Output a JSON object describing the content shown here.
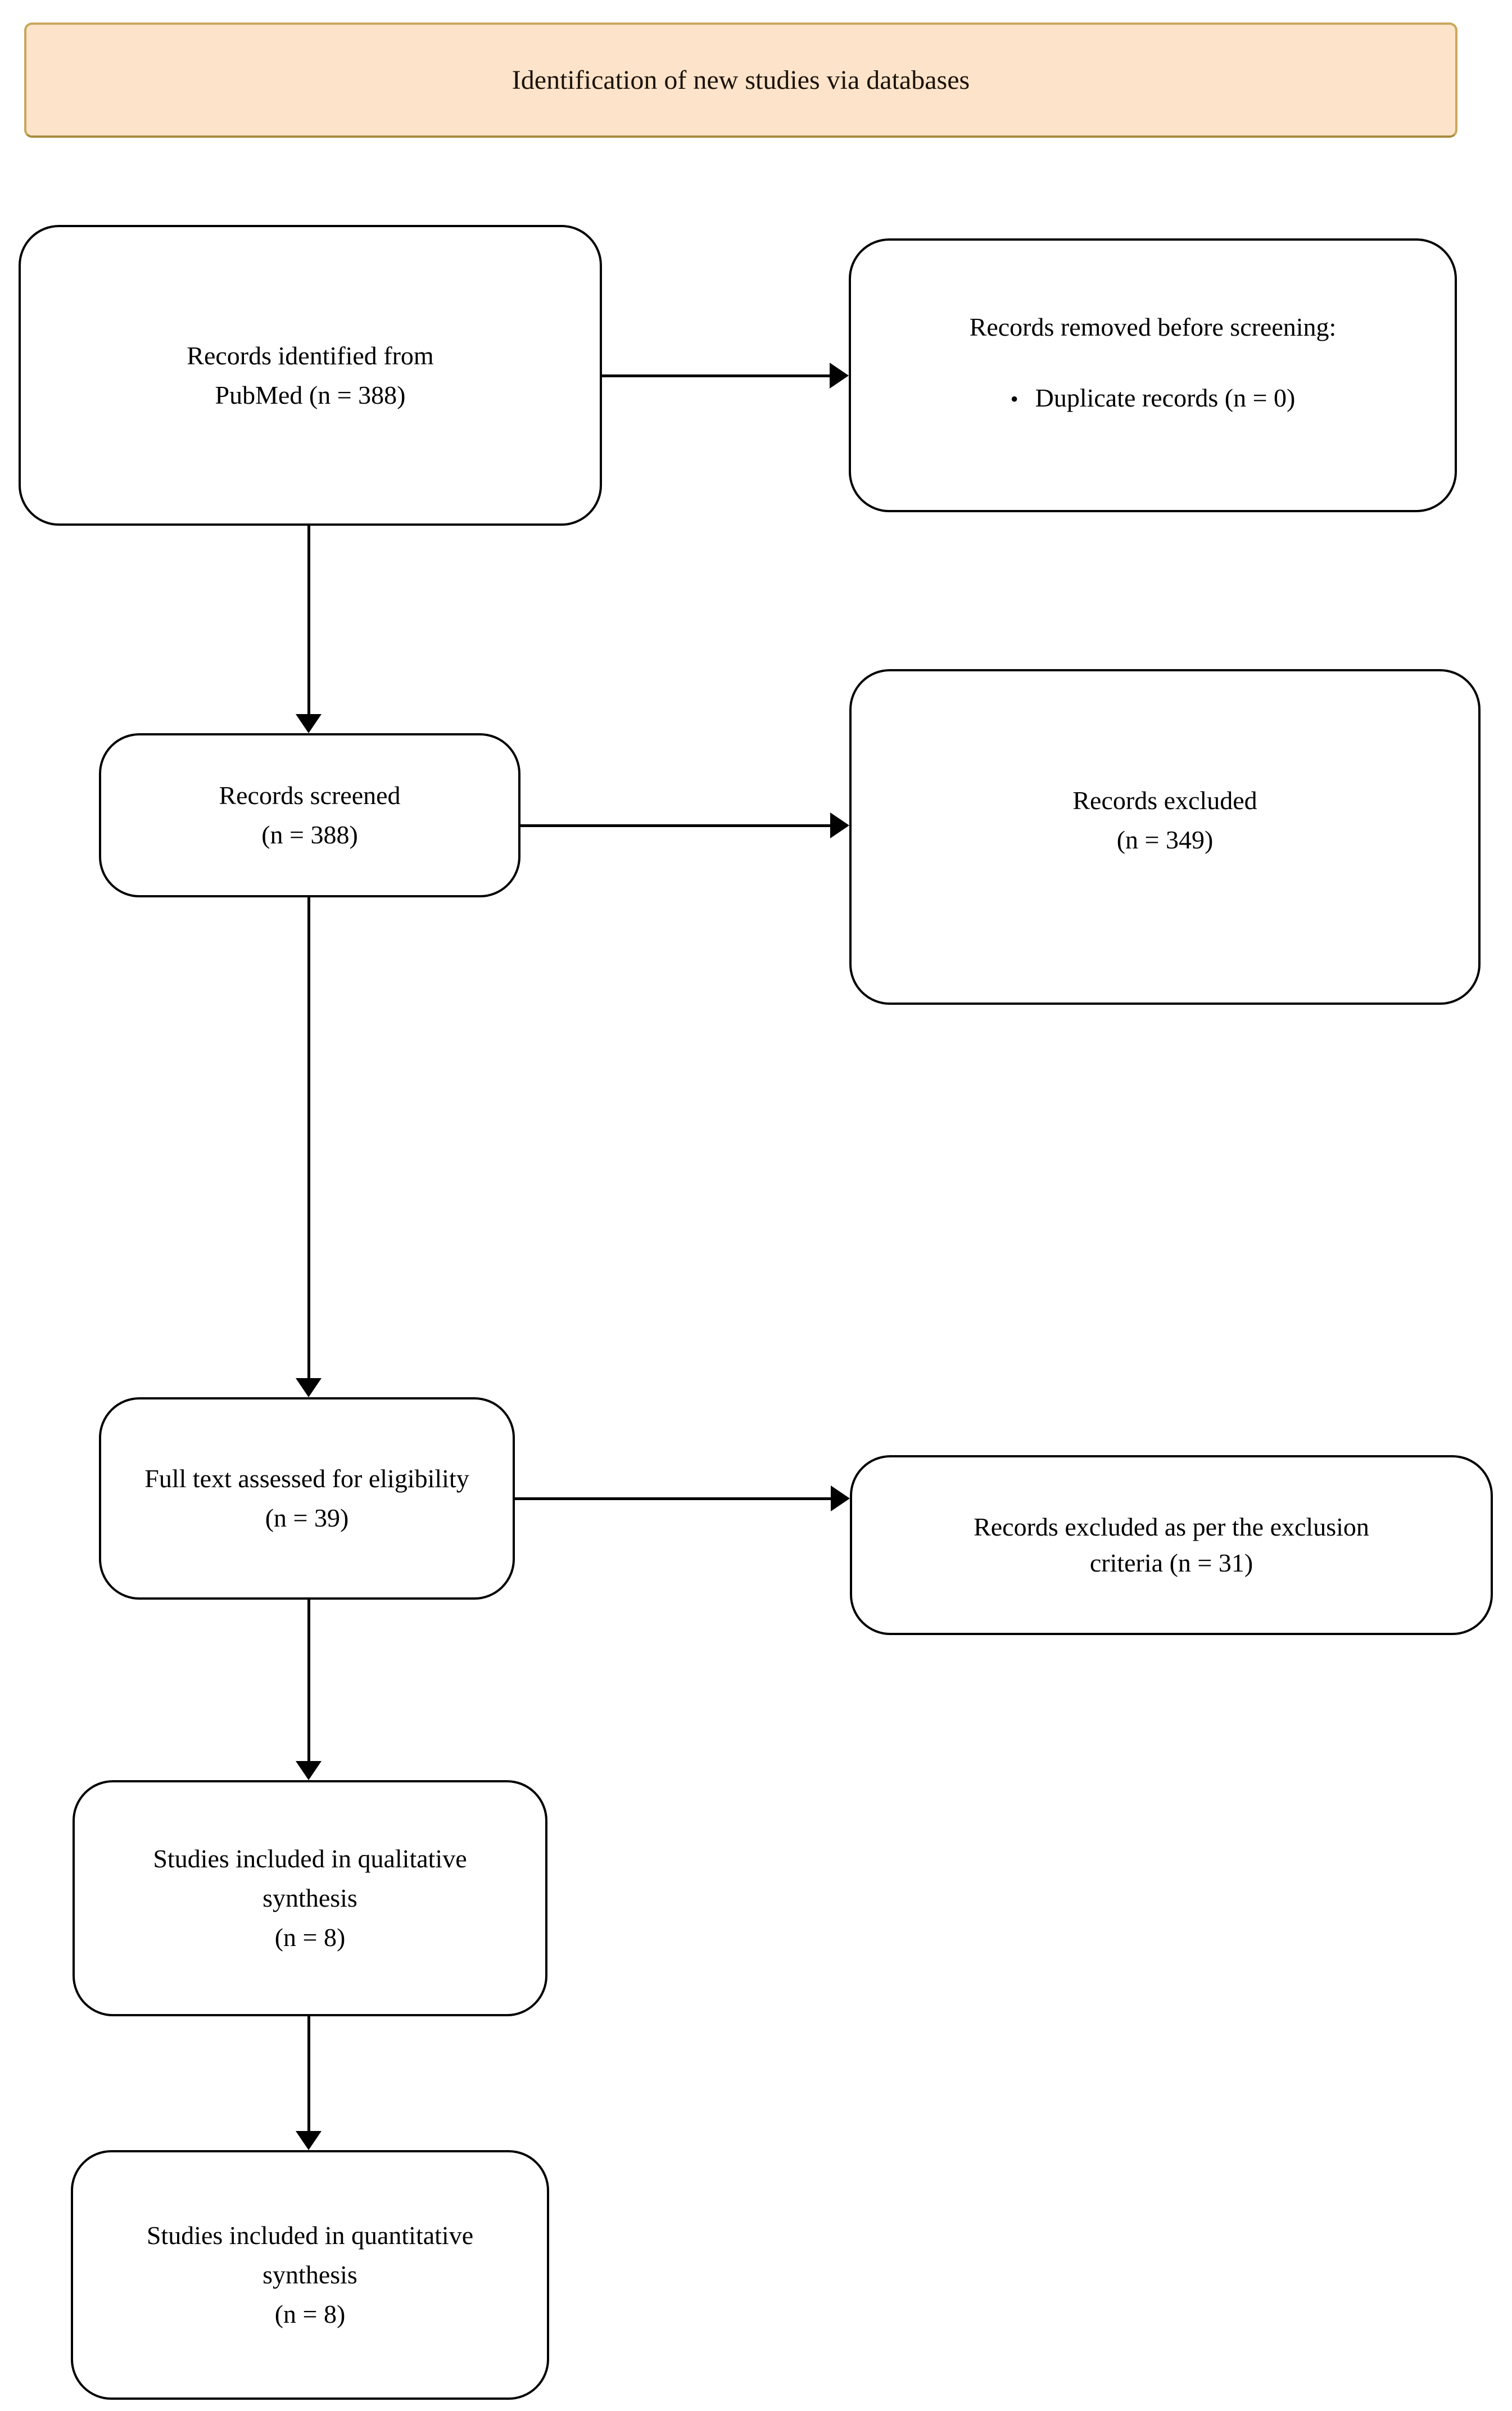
{
  "diagram": {
    "banner": {
      "label": "Identification of new studies via databases"
    },
    "boxes": {
      "identified": {
        "line1": "Records identified from",
        "line2": "PubMed (n = 388)"
      },
      "removed": {
        "title": "Records removed before screening:",
        "bullet_glyph": "•",
        "bullet_text": "Duplicate records (n = 0)"
      },
      "screened": {
        "line1": "Records screened",
        "line2": "(n = 388)"
      },
      "excluded": {
        "line1": "Records excluded",
        "line2": "(n = 349)"
      },
      "full_text": {
        "line1": "Full text assessed for eligibility",
        "line2": "(n = 39)"
      },
      "excluded_criteria": {
        "line1": "Records excluded as per the exclusion",
        "line2": "criteria (n = 31)"
      },
      "qualitative": {
        "line1": "Studies included in qualitative",
        "line2": "synthesis",
        "line3": "(n = 8)"
      },
      "quantitative": {
        "line1": "Studies included in quantitative",
        "line2": "synthesis",
        "line3": "(n = 8)"
      }
    },
    "colors": {
      "background": "#ffffff",
      "banner_fill": "#fce3c9",
      "banner_border": "#c9a75c",
      "box_border": "#000000",
      "arrow": "#000000",
      "text": "#000000"
    }
  }
}
